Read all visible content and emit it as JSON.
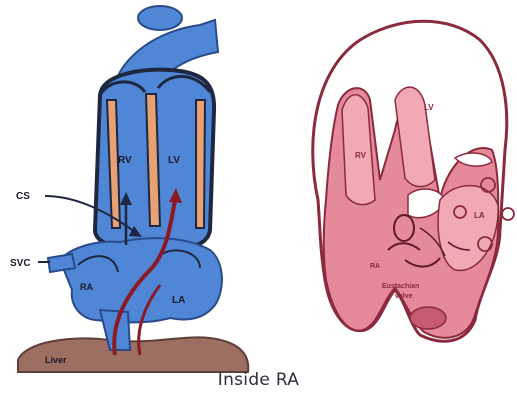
{
  "left_diagram": {
    "labels": {
      "rv": "RV",
      "lv": "LV",
      "cs": "CS",
      "svc": "SVC",
      "ra": "RA",
      "la": "LA",
      "liver": "Liver"
    }
  },
  "right_diagram": {
    "labels": {
      "lv": "LV",
      "rv": "RV",
      "la": "LA",
      "ra": "RA",
      "eustachian_valve": [
        "Eustachian",
        "valve"
      ]
    }
  },
  "caption": "Inside RA",
  "colors": {
    "left_heart_blue": "#4f86d6",
    "outline": "#1f2740",
    "blood_red": "#8b1a22",
    "liver_brown": "#9c6f62",
    "heart_pink": "#e58a9a",
    "inner_pink": "#f2a9b6"
  }
}
